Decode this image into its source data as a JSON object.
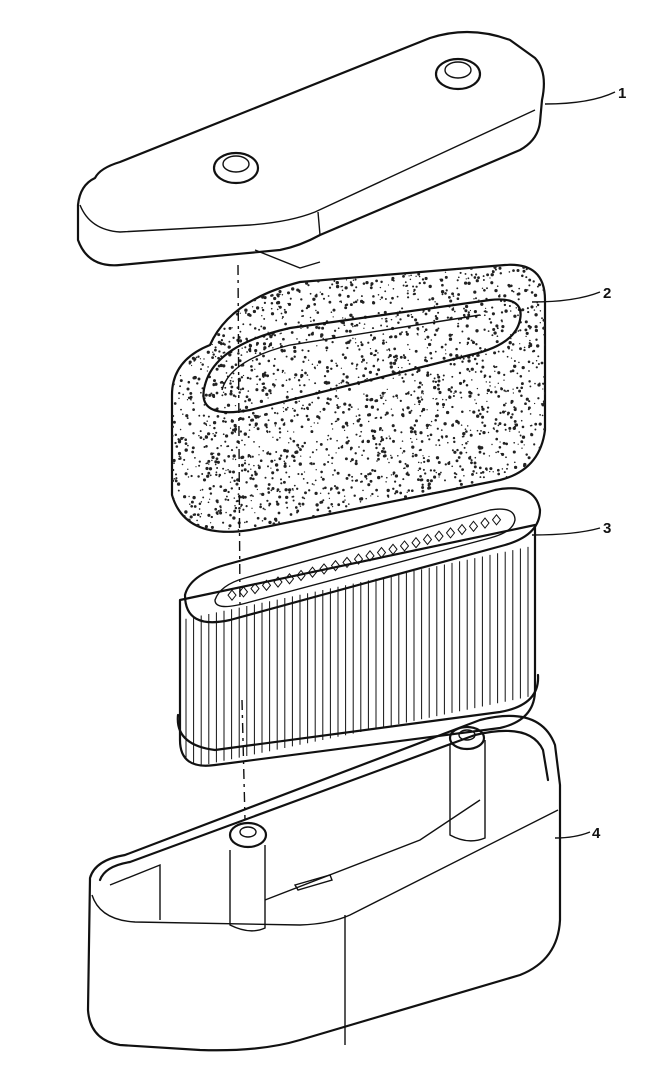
{
  "callouts": [
    {
      "id": "1",
      "label": "1"
    },
    {
      "id": "2",
      "label": "2"
    },
    {
      "id": "3",
      "label": "3"
    },
    {
      "id": "4",
      "label": "4"
    }
  ],
  "colors": {
    "ink": "#111111",
    "paper": "#ffffff",
    "foam": "#222222"
  }
}
